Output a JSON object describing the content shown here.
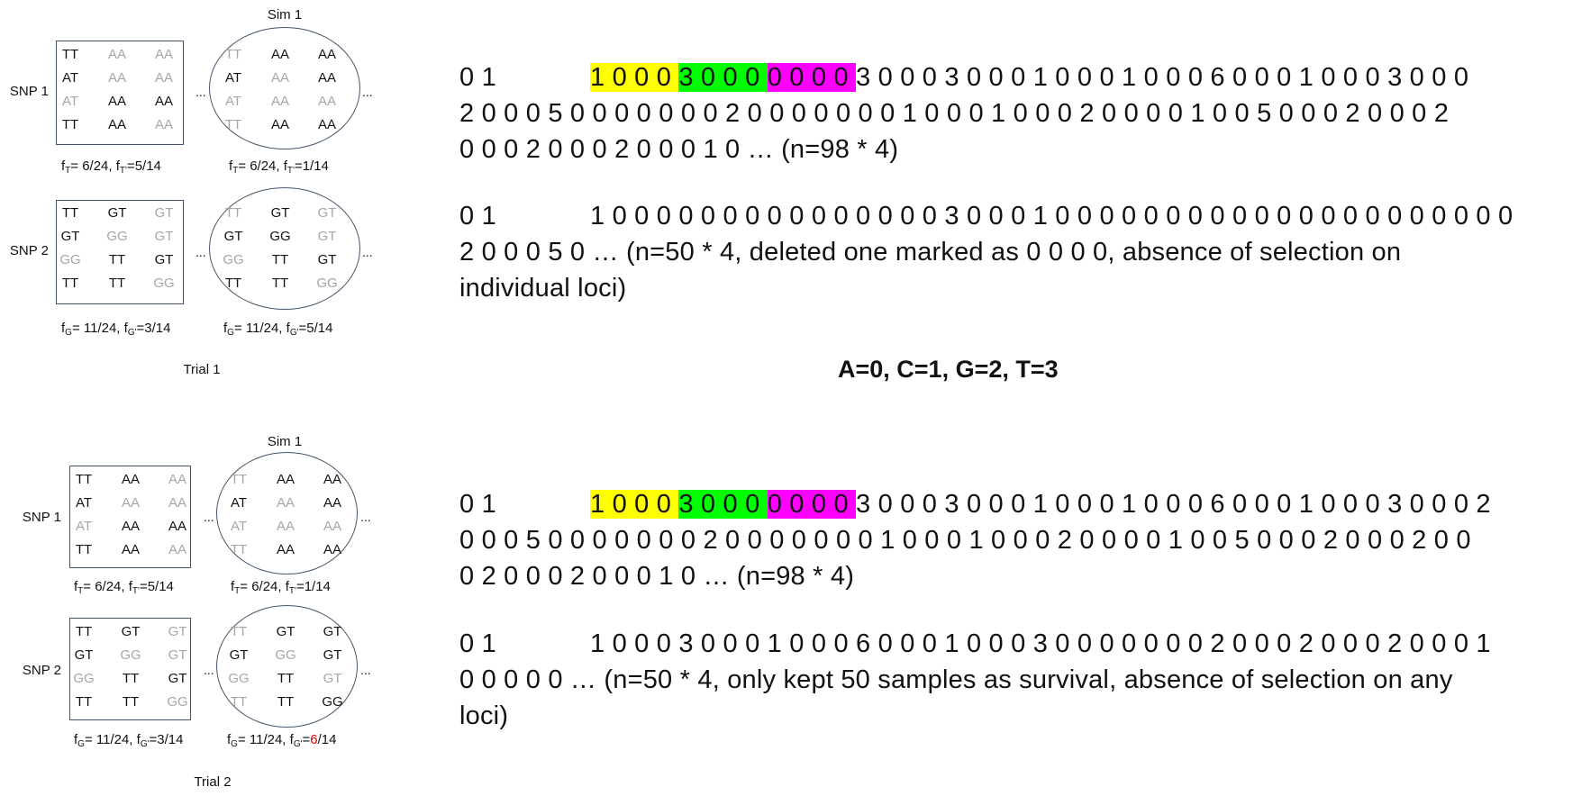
{
  "encoding_text": "A=0, C=1, G=2, T=3",
  "panels": [
    {
      "sim_title": "Sim 1",
      "trial_label": "Trial 1",
      "snp1": {
        "label": "SNP 1",
        "box_rows": [
          [
            "TT",
            "AA",
            "AA"
          ],
          [
            "AT",
            "AA",
            "AA"
          ],
          [
            "AT",
            "AA",
            "AA"
          ],
          [
            "TT",
            "AA",
            "AA"
          ]
        ],
        "circle_rows": [
          [
            "TT",
            "AA",
            "AA"
          ],
          [
            "AT",
            "AA",
            "AA"
          ],
          [
            "AT",
            "AA",
            "AA"
          ],
          [
            "TT",
            "AA",
            "AA"
          ]
        ],
        "box_freq": {
          "a_sub": "T",
          "a_val": "= 6/24, f",
          "b_sub": "T'",
          "b_val": "=5/14"
        },
        "circle_freq": {
          "a_sub": "T",
          "a_val": "= 6/24, f",
          "b_sub": "T'",
          "b_val": "=1/14"
        }
      },
      "snp2": {
        "label": "SNP 2",
        "box_rows": [
          [
            "TT",
            "GT",
            "GT"
          ],
          [
            "GT",
            "GG",
            "GT"
          ],
          [
            "GG",
            "TT",
            "GT"
          ],
          [
            "TT",
            "TT",
            "GG"
          ]
        ],
        "circle_rows": [
          [
            "TT",
            "GT",
            "GT"
          ],
          [
            "GT",
            "GG",
            "GT"
          ],
          [
            "GG",
            "TT",
            "GT"
          ],
          [
            "TT",
            "TT",
            "GG"
          ]
        ],
        "box_freq": {
          "a_sub": "G",
          "a_val": "= 11/24, f",
          "b_sub": "G'",
          "b_val": "=3/14"
        },
        "circle_freq": {
          "a_sub": "G",
          "a_val": "= 11/24, f",
          "b_sub": "G'",
          "b_val": "=5/14"
        }
      }
    },
    {
      "sim_title": "Sim 1",
      "trial_label": "Trial 2",
      "snp1": {
        "label": "SNP 1",
        "box_rows": [
          [
            "TT",
            "AA",
            "AA"
          ],
          [
            "AT",
            "AA",
            "AA"
          ],
          [
            "AT",
            "AA",
            "AA"
          ],
          [
            "TT",
            "AA",
            "AA"
          ]
        ],
        "circle_rows": [
          [
            "TT",
            "AA",
            "AA"
          ],
          [
            "AT",
            "AA",
            "AA"
          ],
          [
            "AT",
            "AA",
            "AA"
          ],
          [
            "TT",
            "AA",
            "AA"
          ]
        ],
        "box_freq": {
          "a_sub": "T",
          "a_val": "= 6/24, f",
          "b_sub": "T'",
          "b_val": "=5/14"
        },
        "circle_freq": {
          "a_sub": "T",
          "a_val": "= 6/24, f",
          "b_sub": "T'",
          "b_val": "=1/14"
        }
      },
      "snp2": {
        "label": "SNP 2",
        "box_rows": [
          [
            "TT",
            "GT",
            "GT"
          ],
          [
            "GT",
            "GG",
            "GT"
          ],
          [
            "GG",
            "TT",
            "GT"
          ],
          [
            "TT",
            "TT",
            "GG"
          ]
        ],
        "circle_rows": [
          [
            "TT",
            "GT",
            "GT"
          ],
          [
            "GT",
            "GG",
            "GT"
          ],
          [
            "GG",
            "TT",
            "GT"
          ],
          [
            "TT",
            "TT",
            "GG"
          ]
        ],
        "box_freq": {
          "a_sub": "G",
          "a_val": "= 11/24, f",
          "b_sub": "G'",
          "b_val": "=3/14"
        },
        "circle_freq": {
          "a_sub": "G",
          "a_val": "= 11/24, f",
          "b_sub": "G'",
          "b_val": "=",
          "b_red": "6",
          "b_tail": "/14"
        }
      }
    }
  ],
  "dots": "...",
  "sequences": [
    {
      "lead": "0 1",
      "hl_yellow": "1 0 0 0 ",
      "hl_green": "3 0 0 0 ",
      "hl_magenta": "0 0 0 0 ",
      "line1_rest": "3 0 0 0 3 0 0 0 1 0 0 0 1 0 0 0 6 0 0 0 1 0 0 0 3 0 0 0",
      "line2": "2 0 0 0 5 0 0 0 0 0 0 0 2 0 0 0 0 0 0 0 1 0 0 0 1 0 0 0 2 0 0 0 0 1 0 0 5 0 0 0 2 0 0 0 2",
      "line3": "0 0 0 2 0 0 0 2 0 0 0 1 0 … (n=98 * 4)"
    },
    {
      "lead": "0 1",
      "line1_rest": "1 0 0 0 0 0 0 0 0 0 0 0 0 0 0 0 3 0 0 0 1 0 0 0 0 0 0 0 0 0 0 0 0 0 0 0 0 0 0 0 0 0",
      "line2": "2 0 0 0 5 0 … (n=50 * 4, deleted one marked as 0 0 0 0, absence of selection on",
      "line3": "individual loci)"
    },
    {
      "lead": "0 1",
      "hl_yellow": "1 0 0 0 ",
      "hl_green": "3 0 0 0 ",
      "hl_magenta": "0 0 0 0 ",
      "line1_rest": "3 0 0 0 3 0 0 0 1 0 0 0 1 0 0 0 6 0 0 0 1 0 0 0 3 0 0 0 2",
      "line2": "0 0 0 5 0 0 0 0 0 0 0 2 0 0 0 0 0 0 0 1 0 0 0 1 0 0 0 2 0 0 0 0 1 0 0 5 0 0 0 2 0 0 0 2 0 0",
      "line3": "0 2 0 0 0 2 0 0 0 1 0 … (n=98 * 4)"
    },
    {
      "lead": "0 1",
      "line1_rest": "1 0 0 0 3 0 0 0 1 0 0 0 6 0 0 0 1 0 0 0 3 0 0 0 0 0 0 0 2 0 0 0 2 0 0 0 2 0 0 0 1",
      "line2": "0 0 0 0 0 … (n=50 * 4, only kept 50 samples as survival, absence of selection on any",
      "line3": "loci)"
    }
  ]
}
